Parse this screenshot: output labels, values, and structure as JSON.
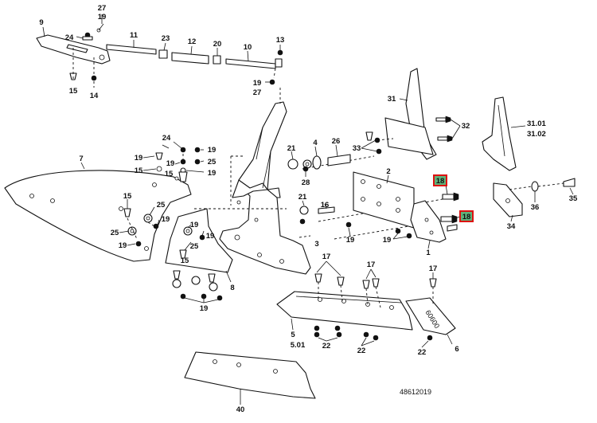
{
  "drawing_ref": "48612019",
  "highlight_color": "#5fb27a",
  "highlight_border": "#dd1111",
  "callouts": {
    "c27a": "27",
    "c19a": "19",
    "c9": "9",
    "c24": "24",
    "c11": "11",
    "c23": "23",
    "c12": "12",
    "c20": "20",
    "c10": "10",
    "c13": "13",
    "c19b": "19",
    "c27b": "27",
    "c15a": "15",
    "c14": "14",
    "c31": "31",
    "c32": "32",
    "c3101": "31.01",
    "c3102": "31.02",
    "c24b": "24",
    "c19c": "19",
    "c19d": "19",
    "c15b": "15",
    "c19e": "19",
    "c25a": "25",
    "c19f": "19",
    "c15c": "15",
    "c7": "7",
    "c21a": "21",
    "c4": "4",
    "c26": "26",
    "c33": "33",
    "c28": "28",
    "c2": "2",
    "c18a": "18",
    "c35": "35",
    "c15d": "15",
    "c25b": "25",
    "c19g": "19",
    "c19h": "19",
    "c25c": "25",
    "c25d": "25",
    "c21b": "21",
    "c16": "16",
    "c19i": "19",
    "c3": "3",
    "c18b": "18",
    "c36": "36",
    "c34": "34",
    "c19j": "19",
    "c1": "1",
    "c15e": "15",
    "c19k": "19",
    "c8": "8",
    "c17a": "17",
    "c17b": "17",
    "c17c": "17",
    "c5": "5",
    "c501": "5.01",
    "c22a": "22",
    "c22b": "22",
    "c22c": "22",
    "c6": "6",
    "c40": "40"
  }
}
